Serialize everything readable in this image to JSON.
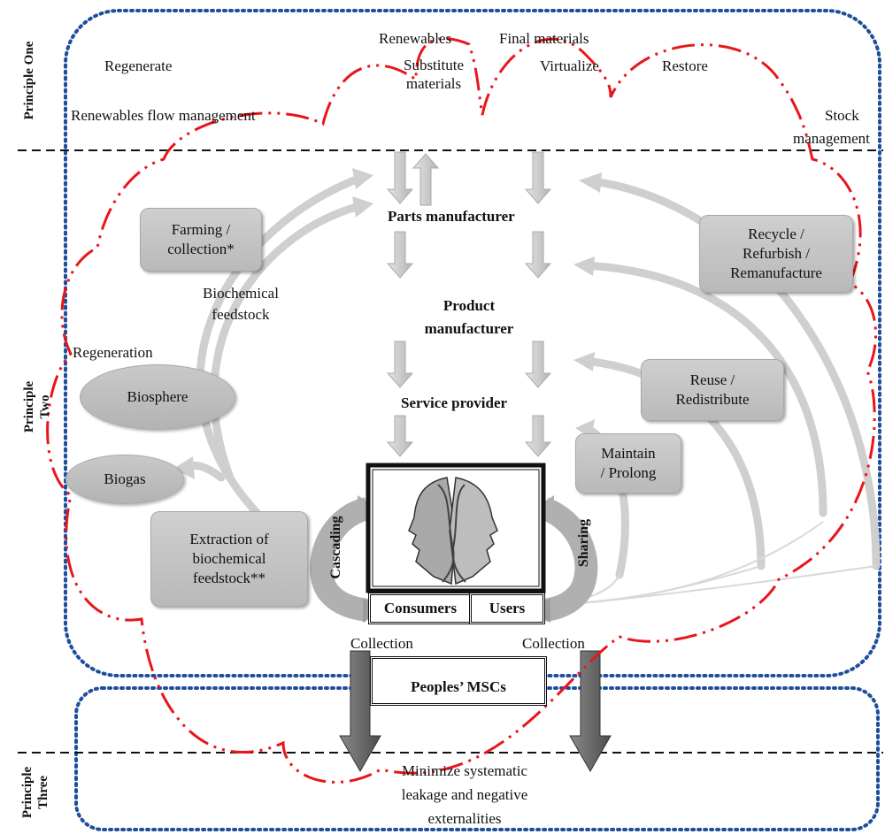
{
  "principles": {
    "one": "Principle One",
    "two": "Principle\nTwo",
    "three": "Principle\nThree"
  },
  "top": {
    "regenerate": "Regenerate",
    "renewables": "Renewables",
    "final_materials": "Final materials",
    "substitute_materials": "Substitute\nmaterials",
    "virtualize": "Virtualize",
    "restore": "Restore",
    "renewables_flow": "Renewables flow management",
    "stock": "Stock",
    "management": "management"
  },
  "chain": {
    "parts": "Parts manufacturer",
    "product": "Product\nmanufacturer",
    "service": "Service provider"
  },
  "left": {
    "farming": "Farming /\ncollection*",
    "biochemical": "Biochemical\nfeedstock",
    "regeneration": "Regeneration",
    "biosphere": "Biosphere",
    "biogas": "Biogas",
    "extraction": "Extraction of\nbiochemical\nfeedstock**"
  },
  "right": {
    "recycle": "Recycle /\nRefurbish /\nRemanufacture",
    "reuse": "Reuse /\nRedistribute",
    "maintain": "Maintain\n/ Prolong"
  },
  "center": {
    "cascading": "Cascading",
    "sharing": "Sharing",
    "consumers": "Consumers",
    "users": "Users",
    "collection_left": "Collection",
    "collection_right": "Collection",
    "msc": "Peoples’ MSCs"
  },
  "bottom": {
    "leakage": "Minimize systematic\nleakage and negative\nexternalities"
  },
  "colors": {
    "blue_dotted": "#1f4e9c",
    "red_dashdot": "#e8161b",
    "grey_arrow": "#c8c8c8",
    "dark_arrow": "#6e6e6e"
  }
}
